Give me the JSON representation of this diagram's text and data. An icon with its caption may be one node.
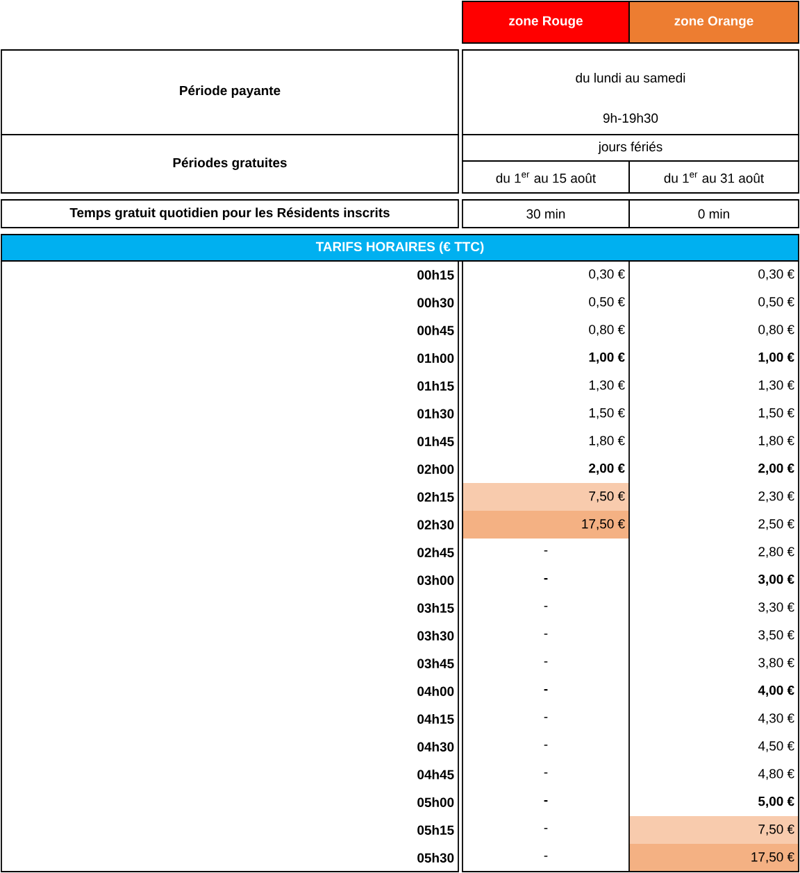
{
  "diagram": {
    "labels": [
      "zone Rouge",
      "zone Orange",
      "Période payante",
      "du lundi au samedi",
      "9h-19h30",
      "Périodes gratuites",
      "jours fériés",
      "du 1$^{er}$ au 15 août",
      "du 1$^{er}$ au 31 août",
      "Temps gratuit quotidien pour les Résidents inscrits",
      "30 min",
      "0 min",
      "TARIFS HORAIRES (€ TTC)",
      "00h15",
      "0,30 €",
      "0,30 €",
      "00h30",
      "0,50 €",
      "0,50 €",
      "00h45",
      "0,80 €",
      "0,80 €",
      "01h00",
      "1,00 €",
      "1,00 €",
      "01h15",
      "1,30 €",
      "1,30 €",
      "01h30",
      "1,50 €",
      "1,50 €",
      "01h45",
      "1,80 €",
      "1,80 €",
      "02h00",
      "2,00 €",
      "2,00 €",
      "02h15",
      "7,50 €",
      "2,30 €",
      "02h30",
      "17,50 €",
      "2,50 €",
      "02h45",
      "-",
      "2,80 €",
      "03h00",
      "-",
      "3,00 €",
      "03h15",
      "-",
      "3,30 €",
      "03h30",
      "-",
      "3,50 €",
      "03h45",
      "-",
      "3,80 €",
      "04h00",
      "-",
      "4,00 €",
      "04h15",
      "-",
      "4,30 €",
      "04h30",
      "-",
      "4,50 €",
      "04h45",
      "-",
      "4,80 €",
      "05h00",
      "-",
      "5,00 €",
      "05h15",
      "-",
      "7,50 €",
      "05h30",
      "-",
      "17,50 €"
    ]
  }
}
